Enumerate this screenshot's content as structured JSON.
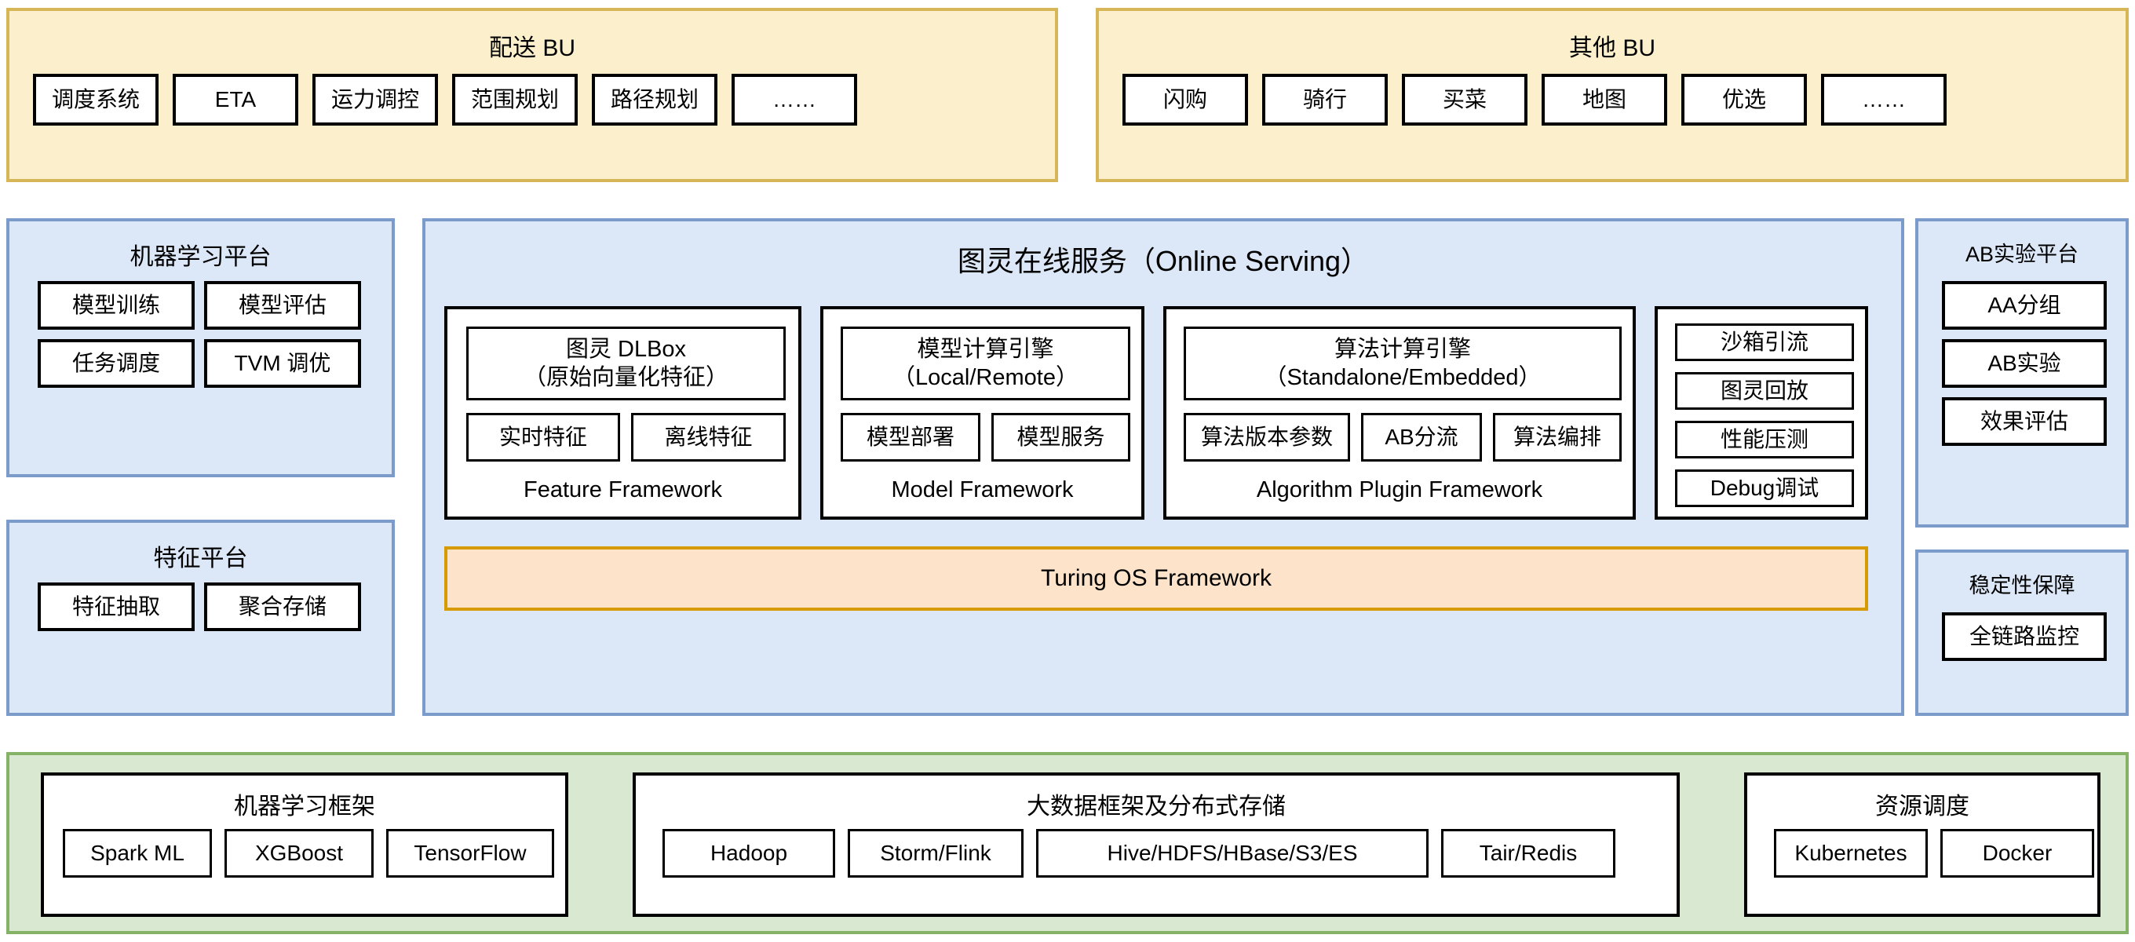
{
  "diagram": {
    "title_hidden": "",
    "colors": {
      "bu_fill": "#FCEFCB",
      "bu_border": "#D6B656",
      "platform_fill": "#DCE7F7",
      "platform_border": "#7B9BCB",
      "infra_fill": "#D9E8D1",
      "infra_border": "#84B368",
      "os_fill": "#FCE3CA",
      "os_border": "#D79B00",
      "node_border": "#000000",
      "node_fill": "#FFFFFF"
    }
  },
  "bu_row": {
    "groups": [
      {
        "title": "配送 BU",
        "items": [
          "调度系统",
          "ETA",
          "运力调控",
          "范围规划",
          "路径规划",
          "……"
        ]
      },
      {
        "title": "其他 BU",
        "items": [
          "闪购",
          "骑行",
          "买菜",
          "地图",
          "优选",
          "……"
        ]
      }
    ]
  },
  "left_panels": [
    {
      "title": "机器学习平台",
      "items": [
        "模型训练",
        "模型评估",
        "任务调度",
        "TVM 调优"
      ]
    },
    {
      "title": "特征平台",
      "items": [
        "特征抽取",
        "聚合存储"
      ]
    }
  ],
  "serving": {
    "title": "图灵在线服务（Online Serving）",
    "frameworks": [
      {
        "head": "图灵 DLBox\n（原始向量化特征）",
        "subs": [
          "实时特征",
          "离线特征"
        ],
        "foot": "Feature Framework"
      },
      {
        "head": "模型计算引擎\n（Local/Remote）",
        "subs": [
          "模型部署",
          "模型服务"
        ],
        "foot": "Model Framework"
      },
      {
        "head": "算法计算引擎\n（Standalone/Embedded）",
        "subs": [
          "算法版本参数",
          "AB分流",
          "算法编排"
        ],
        "foot": "Algorithm Plugin Framework"
      }
    ],
    "tools": [
      "沙箱引流",
      "图灵回放",
      "性能压测",
      "Debug调试"
    ],
    "os_bar": "Turing OS Framework"
  },
  "right_panels": [
    {
      "title": "AB实验平台",
      "items": [
        "AA分组",
        "AB实验",
        "效果评估"
      ]
    },
    {
      "title": "稳定性保障",
      "items": [
        "全链路监控"
      ]
    }
  ],
  "infra": {
    "groups": [
      {
        "title": "机器学习框架",
        "items": [
          "Spark ML",
          "XGBoost",
          "TensorFlow"
        ]
      },
      {
        "title": "大数据框架及分布式存储",
        "items": [
          "Hadoop",
          "Storm/Flink",
          "Hive/HDFS/HBase/S3/ES",
          "Tair/Redis"
        ]
      },
      {
        "title": "资源调度",
        "items": [
          "Kubernetes",
          "Docker"
        ]
      }
    ]
  }
}
